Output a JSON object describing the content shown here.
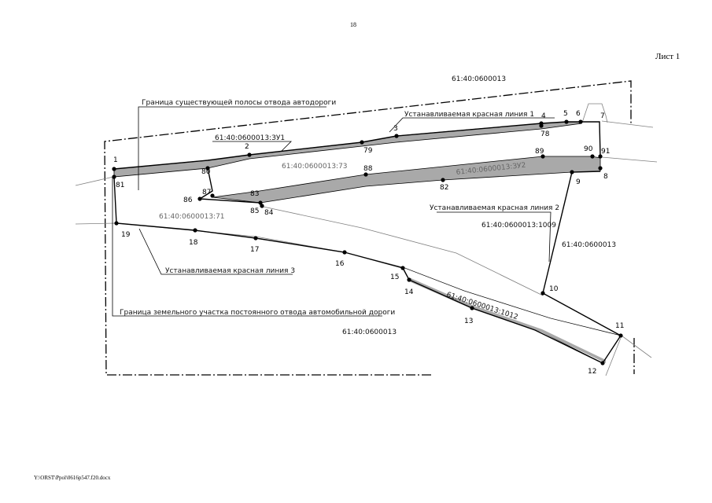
{
  "header": {
    "page_number": "18",
    "sheet_label": "Лист 1"
  },
  "footer": {
    "file_path": "Y:\\ORST\\Ppol\\0616p547.f20.docx"
  },
  "colors": {
    "line": "#000000",
    "fill": "#a9a9a9",
    "thin": "#808080"
  },
  "labels": {
    "existing_strip_boundary": "Граница существующей полосы отвода автодороги",
    "land_plot_boundary": "Граница земельного участка постоянного отвода автомобильной дороги",
    "red_line_1": "Устанавливаемая красная линия 1",
    "red_line_2": "Устанавливаемая красная линия 2",
    "red_line_3": "Устанавливаемая красная линия 3"
  },
  "cadastral": {
    "block_top": "61:40:0600013",
    "zu1": "61:40:0600013:ЗУ1",
    "parcel_73": "61:40:0600013:73",
    "zu2": "61:40:0600013:ЗУ2",
    "parcel_71": "61:40:0600013:71",
    "parcel_1009": "61:40:0600013:1009",
    "block_right": "61:40:0600013",
    "parcel_1012": "61:40:0600013:1012",
    "block_bottom": "61:40:0600013"
  },
  "points": [
    {
      "id": "1"
    },
    {
      "id": "2"
    },
    {
      "id": "3"
    },
    {
      "id": "4"
    },
    {
      "id": "5"
    },
    {
      "id": "6"
    },
    {
      "id": "7"
    },
    {
      "id": "8"
    },
    {
      "id": "9"
    },
    {
      "id": "10"
    },
    {
      "id": "11"
    },
    {
      "id": "12"
    },
    {
      "id": "13"
    },
    {
      "id": "14"
    },
    {
      "id": "15"
    },
    {
      "id": "16"
    },
    {
      "id": "17"
    },
    {
      "id": "18"
    },
    {
      "id": "19"
    },
    {
      "id": "78"
    },
    {
      "id": "79"
    },
    {
      "id": "80"
    },
    {
      "id": "81"
    },
    {
      "id": "82"
    },
    {
      "id": "83"
    },
    {
      "id": "84"
    },
    {
      "id": "85"
    },
    {
      "id": "86"
    },
    {
      "id": "87"
    },
    {
      "id": "88"
    },
    {
      "id": "89"
    },
    {
      "id": "90"
    },
    {
      "id": "91"
    }
  ]
}
